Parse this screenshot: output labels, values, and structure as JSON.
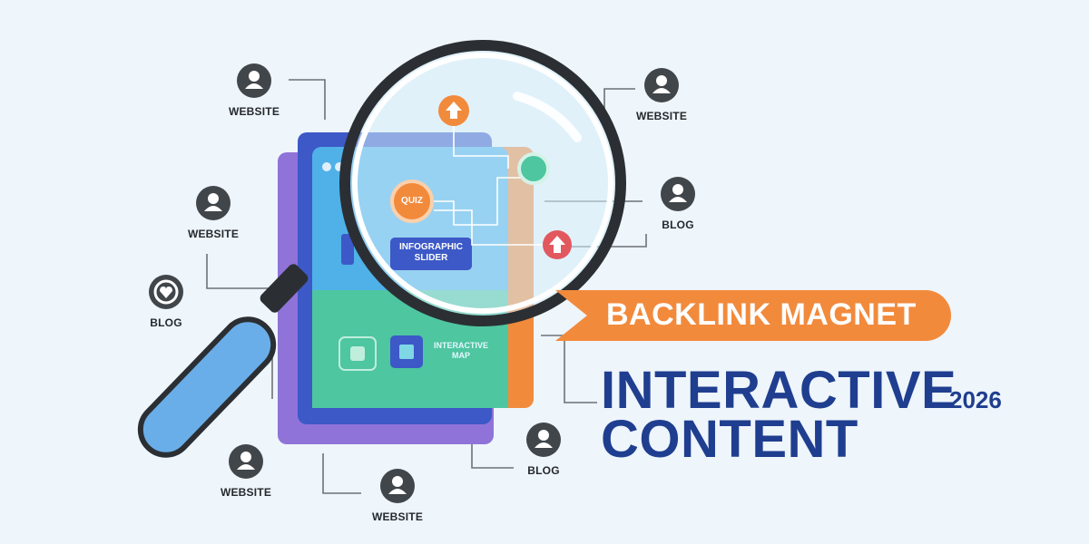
{
  "nodes": [
    {
      "label": "WEBSITE",
      "icon": "person-icon"
    },
    {
      "label": "WEBSITE",
      "icon": "person-icon"
    },
    {
      "label": "BLOG",
      "icon": "heart-icon"
    },
    {
      "label": "WEBSITE",
      "icon": "person-icon"
    },
    {
      "label": "WEBSITE",
      "icon": "person-icon"
    },
    {
      "label": "WEBSITE",
      "icon": "person-icon"
    },
    {
      "label": "BLOG",
      "icon": "person-icon"
    },
    {
      "label": "BLOG",
      "icon": "person-icon"
    }
  ],
  "inner": {
    "quiz": "QUIZ",
    "slider": "INFOGRAPHIC SLIDER",
    "map": "INTERACTIVE MAP"
  },
  "banner": "BACKLINK MAGNET",
  "title_line1": "INTERACTIVE",
  "title_line2": "CONTENT",
  "year": "2026",
  "colors": {
    "background": "#eef5fb",
    "orange": "#f28a3c",
    "navy": "#1f3e8f",
    "node_icon": "#41464b"
  }
}
